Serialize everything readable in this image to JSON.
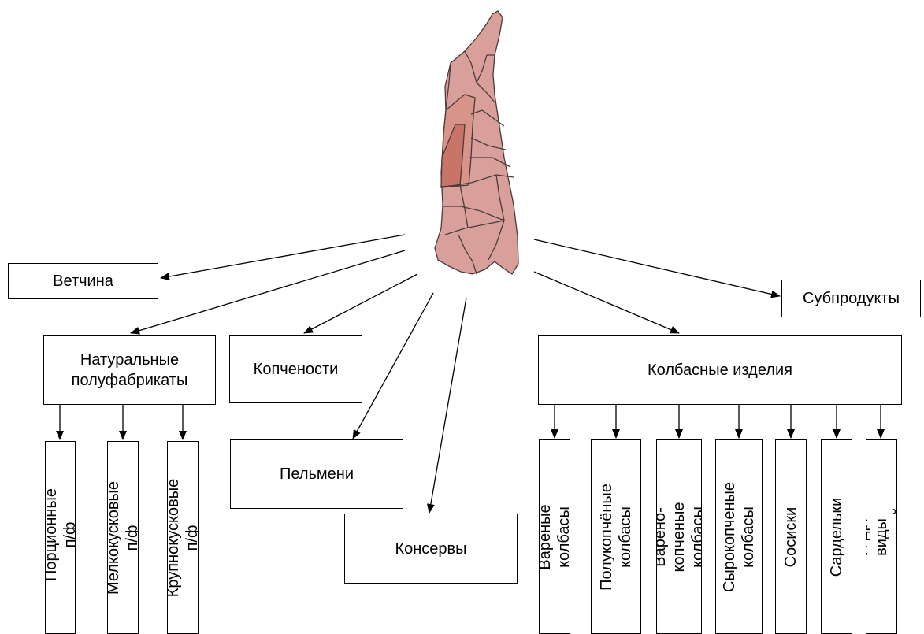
{
  "carcass_image": {
    "icon": "pork-carcass-icon",
    "colors": {
      "fill": "#d9a09b",
      "highlight": "#c97468",
      "stroke": "#4a3b3a"
    }
  },
  "nodes": {
    "vetchina": "Ветчина",
    "subprodukty": "Субпродукты",
    "naturalnye": "Натуральные\nполуфабрикаты",
    "kopchenosti": "Копчености",
    "pelmeni": "Пельмени",
    "konservy": "Консервы",
    "kolbasnye": "Колбасные изделия"
  },
  "semi_products": [
    "Порционные п/ф",
    "Мелкокусковые п/ф",
    "Крупнокусковые п/ф"
  ],
  "sausage_types": [
    "Вареные колбасы",
    "Полукопчёные\nколбасы",
    "Варено-копченые\nколбасы",
    "Сырокопченые\nколбасы",
    "Сосиски",
    "Сардельки",
    "И др. виды изделий"
  ]
}
